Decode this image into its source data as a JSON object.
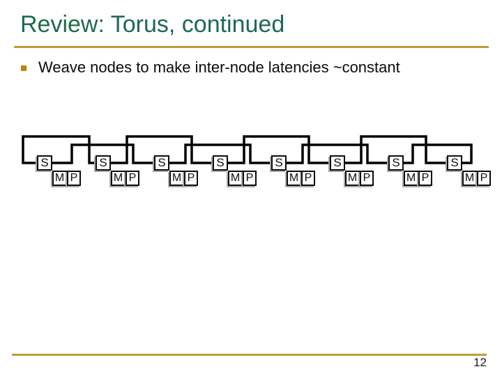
{
  "slide": {
    "title": "Review: Torus, continued",
    "bullet_text": "Weave nodes to make inter-node latencies ~constant",
    "page_number": "12"
  },
  "colors": {
    "title_green": "#1F6A4C",
    "rule_gold": "#BC9E38",
    "bullet_gold": "#B8860B",
    "diagram_line": "#000000"
  },
  "diagram": {
    "nodes": [
      {
        "switch": "S",
        "memory": "M",
        "processor": "P"
      },
      {
        "switch": "S",
        "memory": "M",
        "processor": "P"
      },
      {
        "switch": "S",
        "memory": "M",
        "processor": "P"
      },
      {
        "switch": "S",
        "memory": "M",
        "processor": "P"
      },
      {
        "switch": "S",
        "memory": "M",
        "processor": "P"
      },
      {
        "switch": "S",
        "memory": "M",
        "processor": "P"
      },
      {
        "switch": "S",
        "memory": "M",
        "processor": "P"
      },
      {
        "switch": "S",
        "memory": "M",
        "processor": "P"
      }
    ]
  }
}
